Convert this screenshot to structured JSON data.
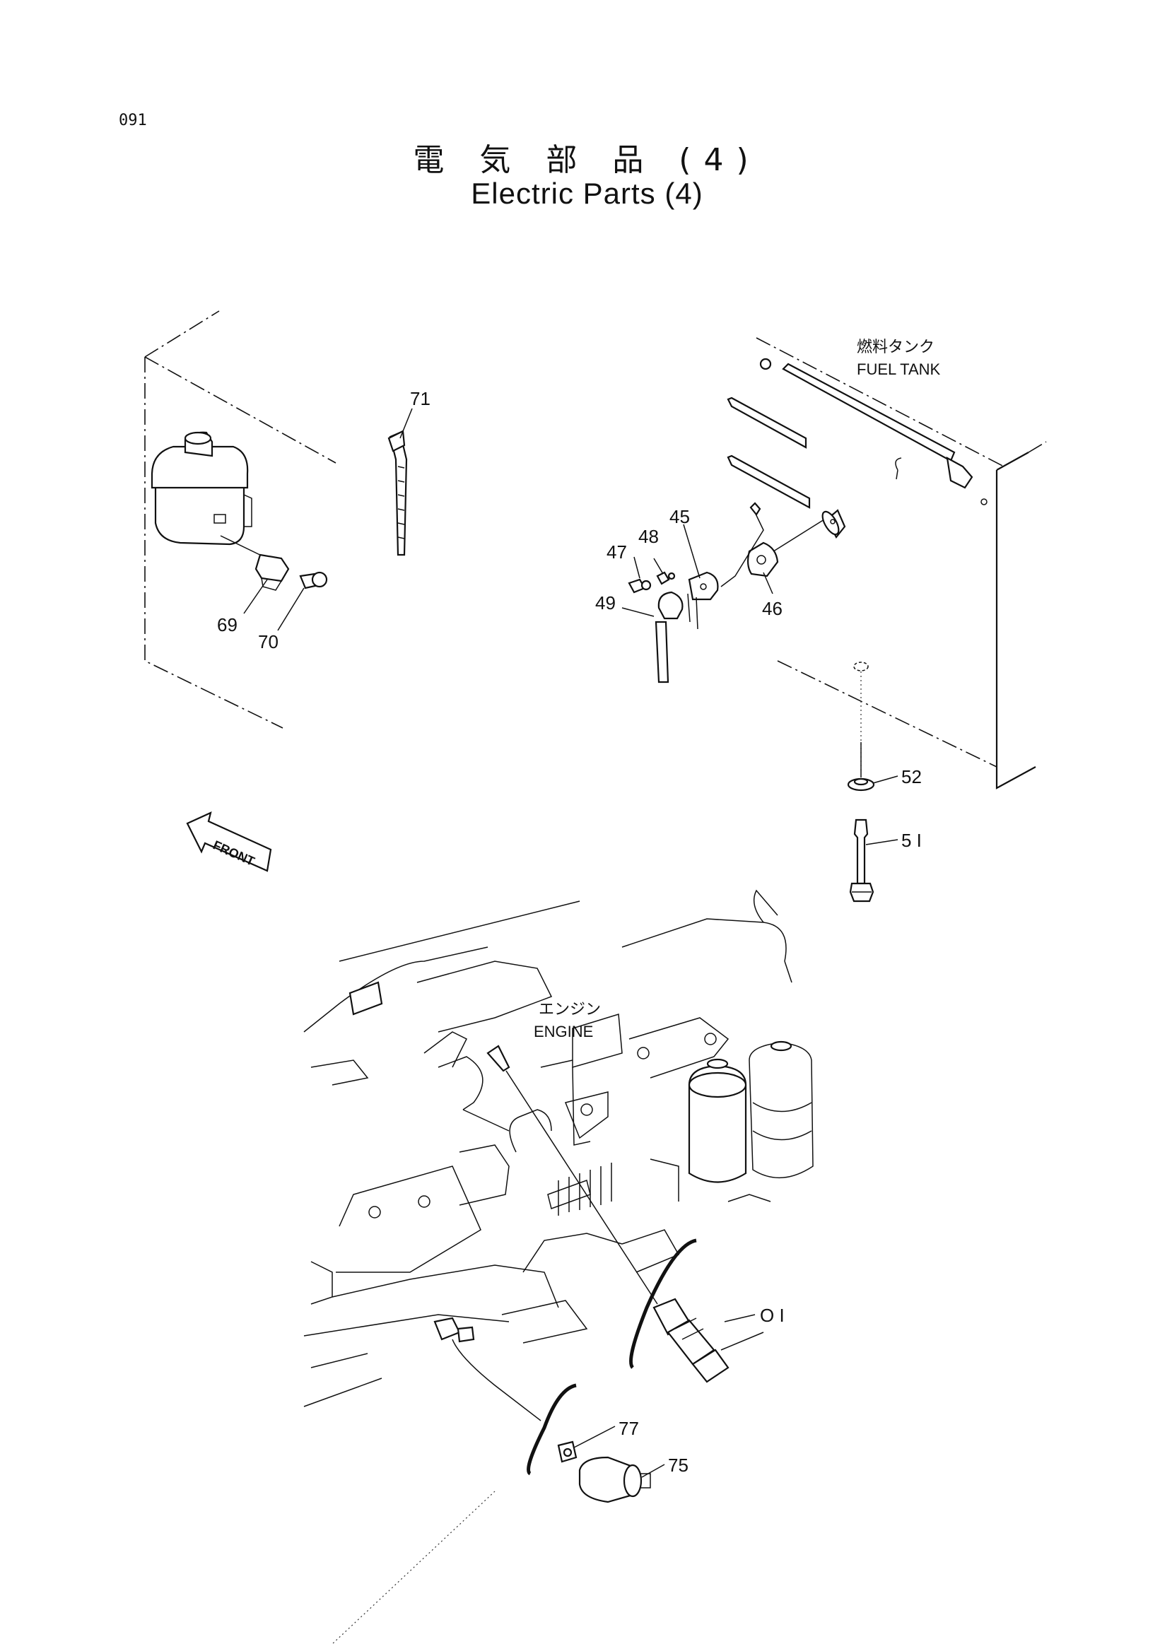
{
  "page_number": "091",
  "title": {
    "japanese": "電 気 部 品 (4)",
    "english": "Electric Parts (4)"
  },
  "labels": {
    "fuel_tank_jp": "燃料タンク",
    "fuel_tank_en": "FUEL TANK",
    "engine_jp": "エンジン",
    "engine_en": "ENGINE",
    "front": "FRONT"
  },
  "callouts": {
    "p71": "71",
    "p69": "69",
    "p70": "70",
    "p45": "45",
    "p48": "48",
    "p47": "47",
    "p49": "49",
    "p46": "46",
    "p52": "52",
    "p51": "5 I",
    "p01": "O I",
    "p77": "77",
    "p75": "75"
  }
}
